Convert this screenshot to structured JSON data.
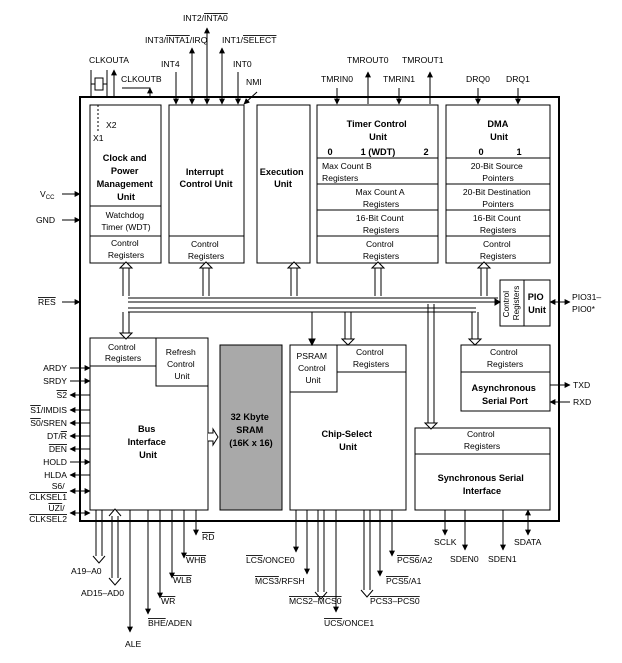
{
  "chip": {
    "units": {
      "clock": {
        "title": [
          "Clock and",
          "Power",
          "Management",
          "Unit"
        ],
        "wdt": [
          "Watchdog",
          "Timer (WDT)"
        ],
        "regs": [
          "Control",
          "Registers"
        ]
      },
      "interrupt": {
        "title": [
          "Interrupt",
          "Control Unit"
        ],
        "regs": [
          "Control",
          "Registers"
        ]
      },
      "execution": {
        "title": [
          "Execution",
          "Unit"
        ]
      },
      "timer": {
        "title": [
          "Timer Control",
          "Unit"
        ],
        "channels": [
          "0",
          "1 (WDT)",
          "2"
        ],
        "rows": [
          [
            "Max Count B",
            "Registers"
          ],
          [
            "Max Count A",
            "Registers"
          ],
          [
            "16-Bit Count",
            "Registers"
          ],
          [
            "Control",
            "Registers"
          ]
        ]
      },
      "dma": {
        "title": [
          "DMA",
          "Unit"
        ],
        "channels": [
          "0",
          "1"
        ],
        "rows": [
          [
            "20-Bit Source",
            "Pointers"
          ],
          [
            "20-Bit Destination",
            "Pointers"
          ],
          [
            "16-Bit Count",
            "Registers"
          ],
          [
            "Control",
            "Registers"
          ]
        ]
      },
      "pio": {
        "regs": [
          "Control",
          "Registers"
        ],
        "title": [
          "PIO",
          "Unit"
        ]
      },
      "bus": {
        "title": [
          "Bus",
          "Interface",
          "Unit"
        ],
        "regs": [
          "Control",
          "Registers"
        ],
        "refresh": [
          "Refresh",
          "Control",
          "Unit"
        ]
      },
      "sram": {
        "lines": [
          "32 Kbyte",
          "SRAM",
          "(16K x 16)"
        ],
        "fill": "#a9a9a9"
      },
      "chipselect": {
        "title": [
          "Chip-Select",
          "Unit"
        ],
        "psram": [
          "PSRAM",
          "Control",
          "Unit"
        ],
        "regs": [
          "Control",
          "Registers"
        ]
      },
      "async": {
        "regs": [
          "Control",
          "Registers"
        ],
        "title": [
          "Asynchronous",
          "Serial Port"
        ]
      },
      "sync": {
        "regs": [
          "Control",
          "Registers"
        ],
        "title": [
          "Synchronous Serial",
          "Interface"
        ]
      }
    }
  },
  "pins": {
    "top": {
      "int2": [
        "INT2/",
        "INTA0"
      ],
      "int3": [
        "INT3/",
        "INTA1",
        "/IRQ"
      ],
      "int1": [
        "INT1/",
        "SELECT"
      ],
      "clkouta": "CLKOUTA",
      "int4": "INT4",
      "int0": "INT0",
      "clkoutb": "CLKOUTB",
      "nmi": "NMI",
      "x2": "X2",
      "x1": "X1",
      "tmrout0": "TMROUT0",
      "tmrout1": "TMROUT1",
      "tmrin0": "TMRIN0",
      "tmrin1": "TMRIN1",
      "drq0": "DRQ0",
      "drq1": "DRQ1"
    },
    "left": {
      "vcc_main": "V",
      "vcc_sub": "CC",
      "gnd": "GND",
      "res": "RES",
      "ardy": "ARDY",
      "srdy": "SRDY",
      "s2": "S2",
      "s1": [
        "S1",
        "/IMDIS"
      ],
      "s0": [
        "S0",
        "/SREN"
      ],
      "dtr": [
        "DT/",
        "R"
      ],
      "den": "DEN",
      "hold": "HOLD",
      "hlda": "HLDA",
      "s6": [
        "S6/",
        "CLKSEL1"
      ],
      "uzi": [
        "UZI",
        "/",
        "CLKSEL2"
      ]
    },
    "right": {
      "pio_a": "PIO31–",
      "pio_b": "PIO0*",
      "txd": "TXD",
      "rxd": "RXD"
    },
    "bottom": {
      "rd": "RD",
      "whb": "WHB",
      "wlb": "WLB",
      "wr": "WR",
      "bhe": [
        "BHE",
        "/ADEN"
      ],
      "ale": "ALE",
      "a19": "A19–A0",
      "ad15": "AD15–AD0",
      "lcs": [
        "LCS",
        "/ONCE0"
      ],
      "mcs3": [
        "MCS3",
        "/RFSH"
      ],
      "mcs2": [
        "MCS2–MCS0"
      ],
      "ucs": [
        "UCS",
        "/ONCE1"
      ],
      "pcs6": [
        "PCS6",
        "/A2"
      ],
      "pcs5": [
        "PCS5",
        "/A1"
      ],
      "pcs3": [
        "PCS3–PCS0"
      ],
      "sclk": "SCLK",
      "sden0": "SDEN0",
      "sden1": "SDEN1",
      "sdata": "SDATA"
    }
  }
}
